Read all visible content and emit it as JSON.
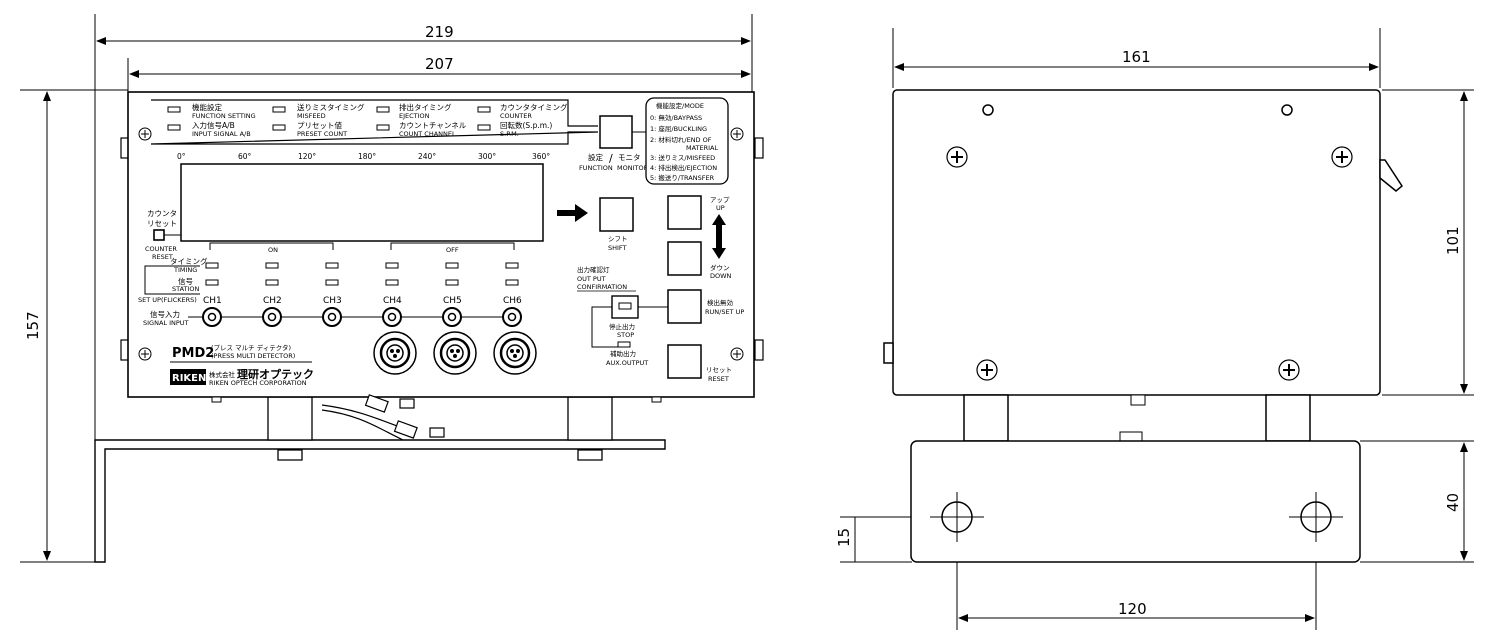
{
  "dimensions": {
    "front_width_total": "219",
    "front_width_inner": "207",
    "front_height_total": "157",
    "side_width": "161",
    "side_height": "101",
    "bracket_height": "40",
    "hole_offset": "15",
    "hole_pitch": "120"
  },
  "legend": [
    {
      "jp": "機能設定",
      "en": "FUNCTION SETTING"
    },
    {
      "jp": "入力信号A/B",
      "en": "INPUT SIGNAL A/B"
    },
    {
      "jp": "送りミスタイミング",
      "en": "MISFEED"
    },
    {
      "jp": "プリセット値",
      "en": "PRESET COUNT"
    },
    {
      "jp": "排出タイミング",
      "en": "EJECTION"
    },
    {
      "jp": "カウントチャンネル",
      "en": "COUNT CHANNEL"
    },
    {
      "jp": "カウンタタイミング",
      "en": "COUNTER"
    },
    {
      "jp": "回転数(S.p.m.)",
      "en": "S.P.M."
    }
  ],
  "mode_box": {
    "title": "機能設定/MODE",
    "items": [
      "0: 無効/BAYPASS",
      "1: 座屈/BUCKLING",
      "2: 材料切れ/END OF",
      "MATERIAL",
      "3: 送りミス/MISFEED",
      "4: 排出検出/EJECTION",
      "5: 搬送り/TRANSFER"
    ]
  },
  "angles": [
    "0°",
    "60°",
    "120°",
    "180°",
    "240°",
    "300°",
    "360°"
  ],
  "labels": {
    "function_jp": "設定",
    "function_slash": "/",
    "monitor_jp": "モニタ",
    "function_en": "FUNCTION",
    "monitor_en": "MONITOR",
    "counter_jp1": "カウンタ",
    "counter_jp2": "リセット",
    "counter_en1": "COUNTER",
    "counter_en2": "RESET",
    "on": "ON",
    "off": "OFF",
    "timing_jp": "タイミング",
    "timing_en": "TIMING",
    "station_jp": "信号",
    "station_en": "STATION",
    "setup": "SET UP(FLICKERS)",
    "signal_jp": "信号入力",
    "signal_en": "SIGNAL INPUT",
    "shift_jp": "シフト",
    "shift_en": "SHIFT",
    "up_jp": "アップ",
    "up_en": "UP",
    "down_jp": "ダウン",
    "down_en": "DOWN",
    "out_jp": "出力確認灯",
    "out_en1": "OUT PUT",
    "out_en2": "CONFIRMATION",
    "stop_jp": "停止出力",
    "stop_en": "STOP",
    "aux_jp": "補助出力",
    "aux_en": "AUX.OUTPUT",
    "run_jp": "検出無効",
    "run_en": "RUN/SET UP",
    "reset_jp": "リセット",
    "reset_en": "RESET",
    "model": "PMD2",
    "model_jp": "(プレス マルチ ディテクタ)",
    "model_en": "(PRESS MULTI DETECTOR)",
    "company_jp_small": "株式会社",
    "company_jp": "理研オプテック",
    "company_en": "RIKEN OPTECH CORPORATION",
    "logo": "RIKEN"
  },
  "channels": [
    "CH1",
    "CH2",
    "CH3",
    "CH4",
    "CH5",
    "CH6"
  ]
}
